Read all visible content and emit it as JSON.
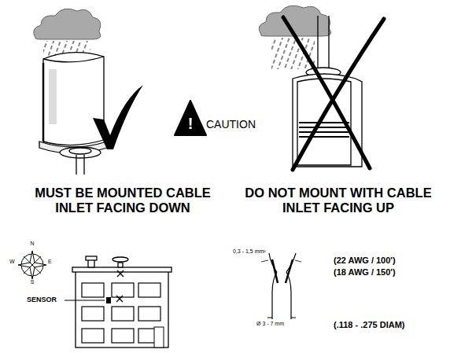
{
  "diagram": {
    "labels": [
      "MUST BE MOUNTED CABLE INLET FACING DOWN",
      "DO NOT MOUNT WITH CABLE INLET FACING UP",
      "!",
      "CAUTION",
      "N",
      "E",
      "S",
      "W",
      "SENSOR",
      "0,3 - 1,5 mm²",
      "(22 AWG / 100')",
      "(18 AWG / 150')",
      "Ø 3 - 7 mm",
      "(.118 - .275 DIAM)"
    ]
  }
}
